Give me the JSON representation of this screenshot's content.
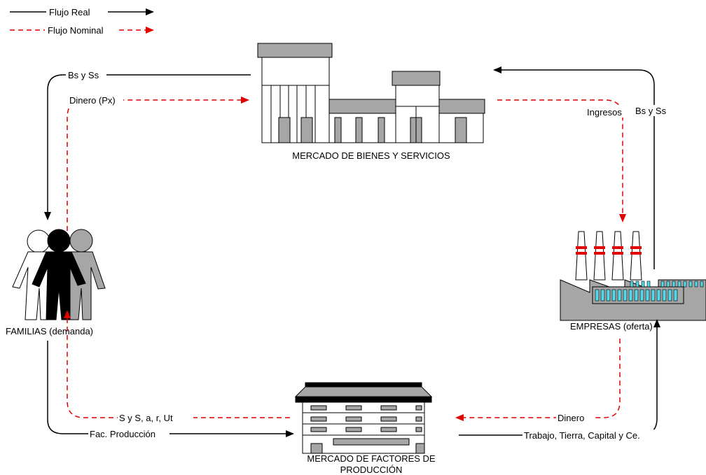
{
  "legend": {
    "real": "Flujo Real",
    "nominal": "Flujo Nominal"
  },
  "nodes": {
    "market_goods": "MERCADO DE BIENES Y SERVICIOS",
    "families": "FAMILIAS (demanda)",
    "firms": "EMPRESAS (oferta)",
    "market_factors_line1": "MERCADO DE FACTORES DE",
    "market_factors_line2": "PRODUCCIÓN"
  },
  "flows": {
    "goods_to_families": "Bs y Ss",
    "money_px": "Dinero (Px)",
    "ingresos": "Ingresos",
    "goods_from_firms": "Bs y Ss",
    "sysarut": "S y S, a, r, Ut",
    "fac_produccion": "Fac. Producción",
    "dinero": "Dinero",
    "trabajo": "Trabajo, Tierra, Capital y Ce."
  },
  "colors": {
    "real": "#000000",
    "nominal": "#e00000",
    "building_gray": "#a6a6a6",
    "window_cyan": "#56d6e6"
  }
}
